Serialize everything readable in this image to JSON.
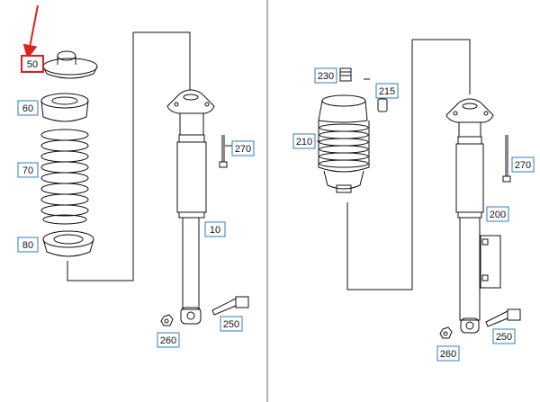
{
  "callouts": {
    "c50": "50",
    "c60": "60",
    "c70": "70",
    "c80": "80",
    "c10": "10",
    "c270a": "270",
    "c250a": "250",
    "c260a": "260",
    "c230": "230",
    "c215": "215",
    "c210": "210",
    "c200": "200",
    "c270b": "270",
    "c250b": "250",
    "c260b": "260"
  },
  "colors": {
    "line": "#111111",
    "callout_border": "#2a7cc4",
    "highlight": "#e0201b",
    "divider": "#666666"
  },
  "highlighted_callout": "50"
}
